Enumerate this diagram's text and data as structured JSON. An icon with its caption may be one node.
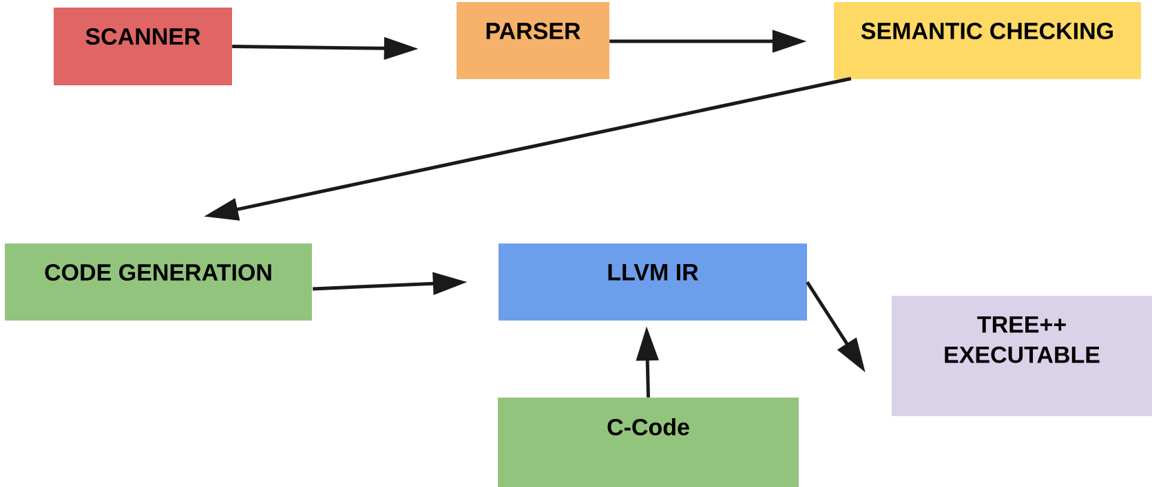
{
  "diagram": {
    "nodes": [
      {
        "text": [
          "SCANNER"
        ]
      },
      {
        "text": [
          "PARSER"
        ]
      },
      {
        "text": [
          "SEMANTIC CHECKING"
        ]
      },
      {
        "text": [
          "CODE GENERATION"
        ]
      },
      {
        "text": [
          "LLVM IR"
        ]
      },
      {
        "text": [
          "TREE++ EXECUTABLE"
        ]
      },
      {
        "text": [
          "C-Code"
        ]
      }
    ],
    "edges": [
      {
        "from": 0,
        "to": 1,
        "arrow": "to"
      },
      {
        "from": 1,
        "to": 2,
        "arrow": "to"
      },
      {
        "from": 2,
        "to": 3,
        "arrow": "to"
      },
      {
        "from": 3,
        "to": 4,
        "arrow": "to"
      },
      {
        "from": 4,
        "to": 5,
        "arrow": "to"
      },
      {
        "from": 6,
        "to": 4,
        "arrow": "to"
      }
    ]
  }
}
